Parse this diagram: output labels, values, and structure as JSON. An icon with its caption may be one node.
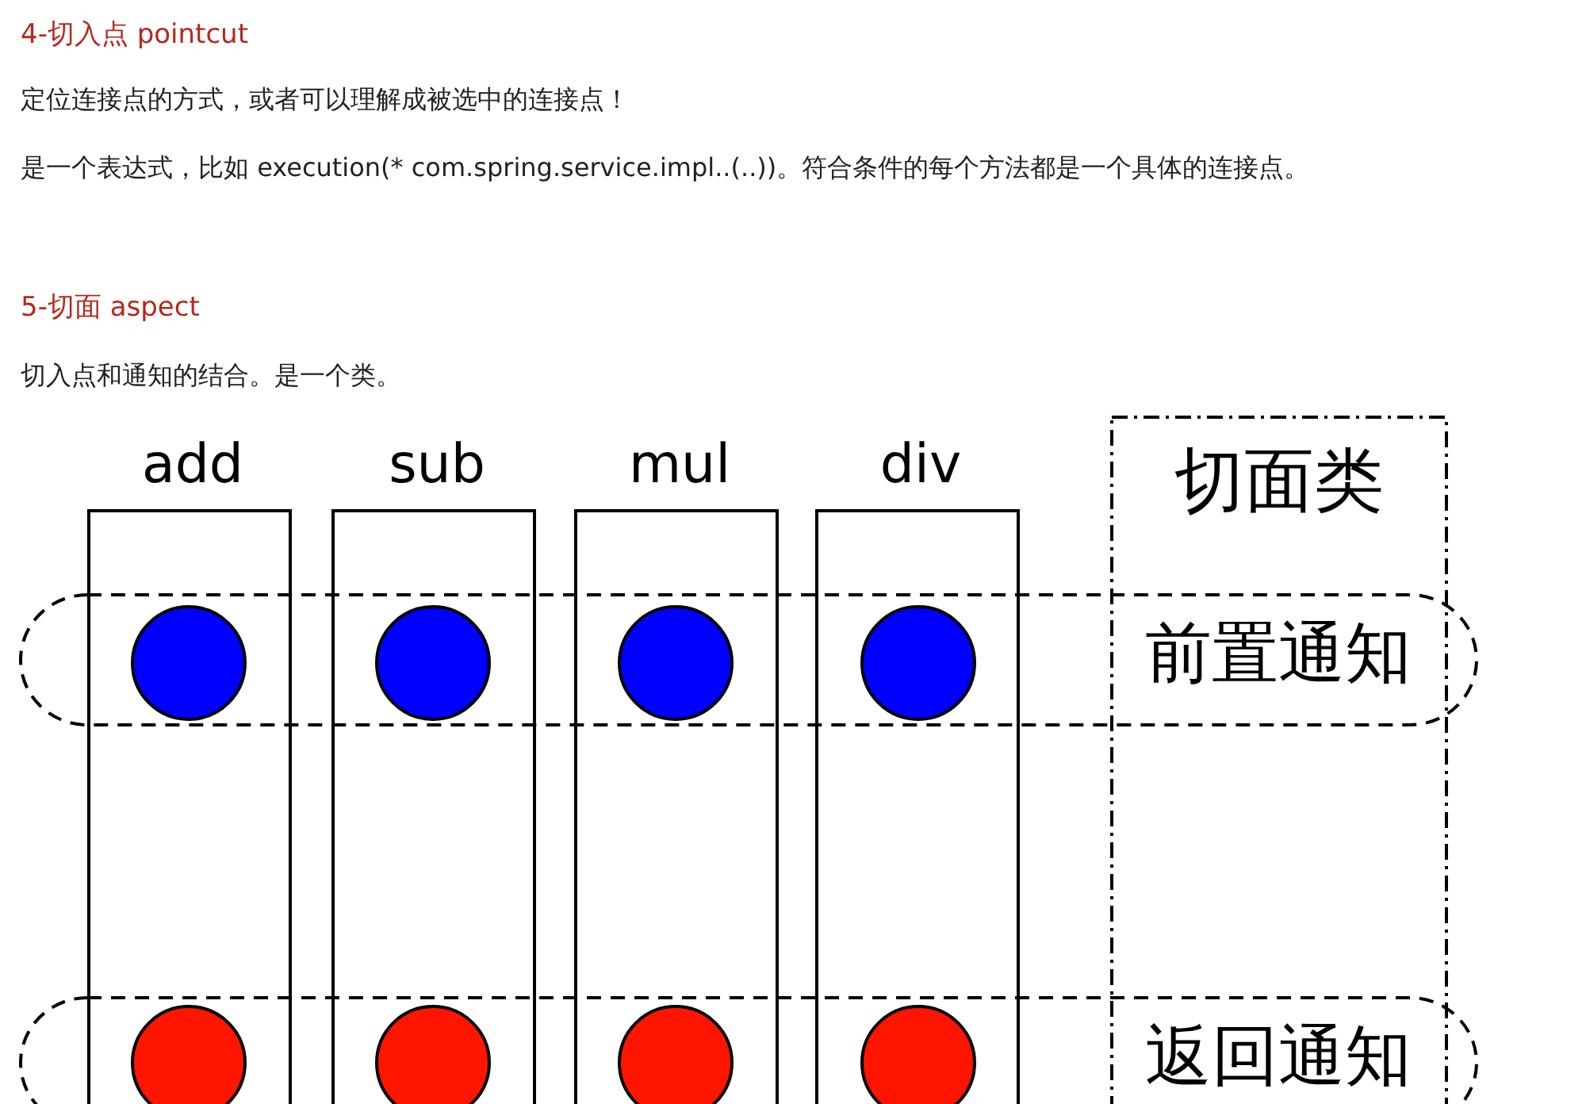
{
  "diagram": {
    "nodes": [
      {
        "text": [
          "add"
        ]
      },
      {
        "text": [
          "sub"
        ]
      },
      {
        "text": [
          "mul"
        ]
      },
      {
        "text": [
          "div"
        ]
      },
      {
        "text": [
          "切面类"
        ]
      },
      {
        "text": [
          "前置通知"
        ]
      },
      {
        "text": [],
        "shape": "circle"
      },
      {
        "text": [],
        "shape": "circle"
      },
      {
        "text": [],
        "shape": "circle"
      },
      {
        "text": [],
        "shape": "circle"
      },
      {
        "text": [
          "返回通知"
        ]
      },
      {
        "text": [],
        "shape": "circle"
      },
      {
        "text": [],
        "shape": "circle"
      },
      {
        "text": [],
        "shape": "circle"
      },
      {
        "text": [],
        "shape": "circle"
      }
    ],
    "edges": [],
    "labels": [
      "4-切入点 pointcut",
      "定位连接点的方式，或者可以理解成被选中的连接点！",
      "是一个表达式，比如 execution(* com.spring.service.impl..(..))。符合条件的每个方法都是一个具体的连接点。",
      "5-切面 aspect",
      "切入点和通知的结合。是一个类。"
    ]
  }
}
